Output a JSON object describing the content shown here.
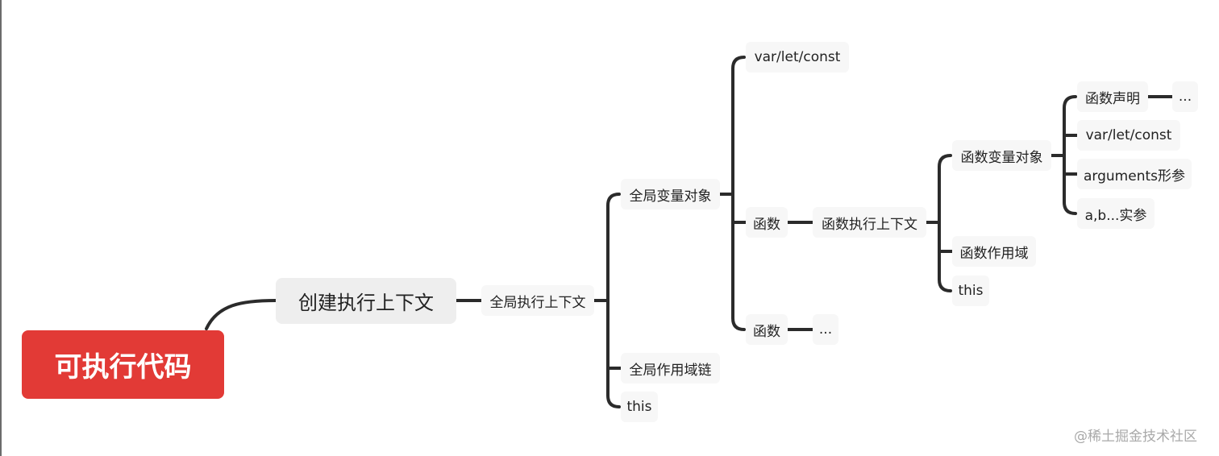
{
  "root": "可执行代码",
  "step": "创建执行上下文",
  "global_context": "全局执行上下文",
  "global_vo": "全局变量对象",
  "global_scope_chain": "全局作用域链",
  "global_this": "this",
  "vo_var": "var/let/const",
  "vo_func1": "函数",
  "vo_func2": "函数",
  "func_ctx": "函数执行上下文",
  "func2_more": "...",
  "func_vo": "函数变量对象",
  "func_scope": "函数作用域",
  "func_this": "this",
  "fvo_decl": "函数声明",
  "fvo_decl_more": "...",
  "fvo_var": "var/let/const",
  "fvo_args": "arguments形参",
  "fvo_actual": "a,b...实参",
  "watermark": "@稀土掘金技术社区",
  "colors": {
    "root": "#e23a36",
    "connector": "#2b2b2b",
    "step_bg": "#eeeeee",
    "node_bg": "#f7f7f7"
  }
}
